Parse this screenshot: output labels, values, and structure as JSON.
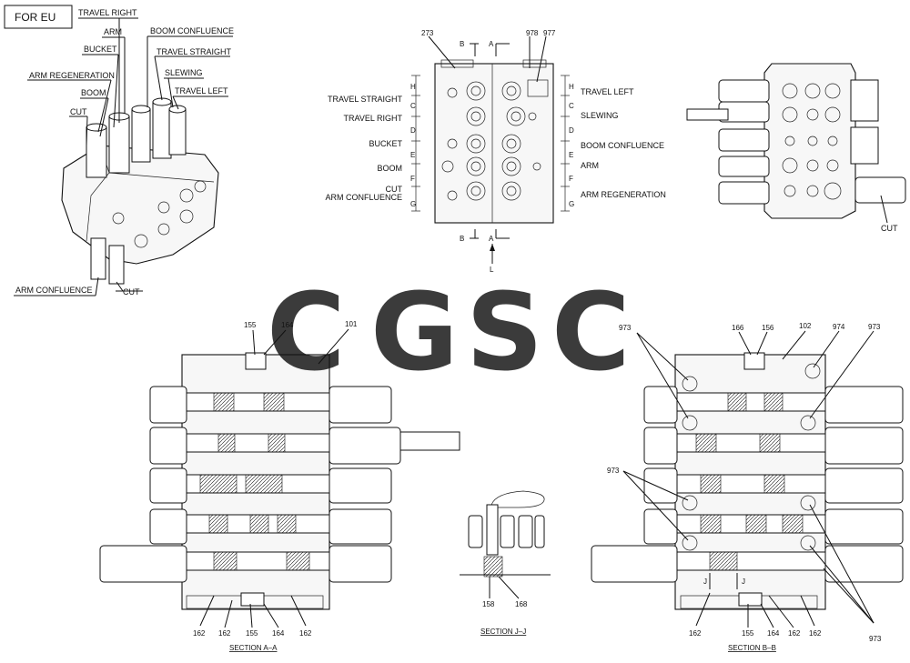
{
  "region_tag": "FOR  EU",
  "iso_labels": [
    "TRAVEL RIGHT",
    "ARM",
    "BOOM CONFLUENCE",
    "BUCKET",
    "TRAVEL STRAIGHT",
    "SLEWING",
    "ARM REGENERATION",
    "TRAVEL LEFT",
    "BOOM",
    "CUT",
    "ARM CONFLUENCE",
    "CUT"
  ],
  "front_view": {
    "top_callouts": [
      "273",
      "978",
      "977"
    ],
    "section_marks": [
      "B",
      "A",
      "B",
      "A",
      "L"
    ],
    "left_labels": [
      "TRAVEL STRAIGHT",
      "TRAVEL RIGHT",
      "BUCKET",
      "BOOM",
      "CUT",
      "ARM CONFLUENCE"
    ],
    "right_labels": [
      "TRAVEL LEFT",
      "SLEWING",
      "BOOM CONFLUENCE",
      "ARM",
      "ARM REGENERATION"
    ],
    "left_letters": [
      "H",
      "C",
      "D",
      "E",
      "F",
      "G"
    ],
    "right_letters": [
      "H",
      "C",
      "D",
      "E",
      "F",
      "G"
    ]
  },
  "side_view": {
    "label": "CUT"
  },
  "section_aa": {
    "top_callouts": [
      "155",
      "164",
      "101"
    ],
    "bottom_callouts": [
      "162",
      "162",
      "155",
      "164",
      "162"
    ],
    "title": "SECTION   A–A"
  },
  "section_jj": {
    "callouts": [
      "158",
      "168"
    ],
    "title": "SECTION   J–J"
  },
  "section_bb": {
    "top_callouts": [
      "973",
      "166",
      "156",
      "102",
      "974",
      "973"
    ],
    "side_callouts": [
      "973",
      "973"
    ],
    "j_marks": [
      "J",
      "J"
    ],
    "bottom_callouts": [
      "162",
      "155",
      "164",
      "162",
      "162"
    ],
    "title": "SECTION   B–B"
  },
  "watermark": {
    "letters": [
      "C",
      "G",
      "S",
      "C"
    ],
    "colors": [
      "#6f9ef2",
      "#f28b82",
      "#fdd663",
      "#81c995"
    ]
  }
}
